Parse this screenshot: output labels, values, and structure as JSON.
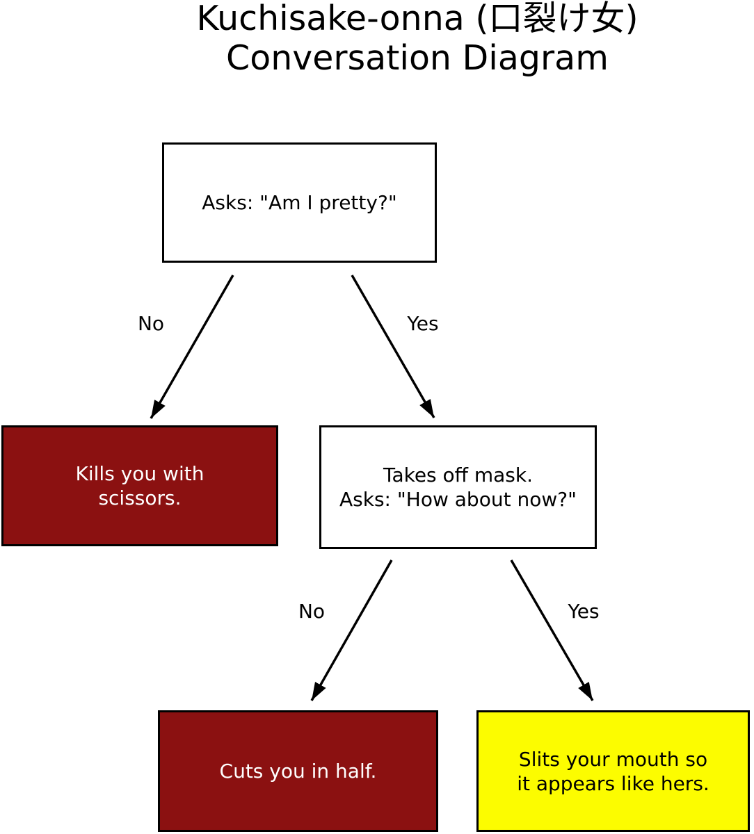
{
  "title": {
    "line1": "Kuchisake-onna (口裂け女)",
    "line2": "Conversation Diagram"
  },
  "nodes": {
    "root": {
      "label": "Asks: \"Am I pretty?\""
    },
    "kills": {
      "label": "Kills you with\nscissors."
    },
    "mask": {
      "label": "Takes off mask.\nAsks: \"How about now?\""
    },
    "cuts": {
      "label": "Cuts you in half."
    },
    "slits": {
      "label": "Slits your mouth so\nit appears like hers."
    }
  },
  "edges": [
    {
      "from": "root",
      "to": "kills",
      "label": "No"
    },
    {
      "from": "root",
      "to": "mask",
      "label": "Yes"
    },
    {
      "from": "mask",
      "to": "cuts",
      "label": "No"
    },
    {
      "from": "mask",
      "to": "slits",
      "label": "Yes"
    }
  ],
  "colors": {
    "danger_bg": "#8b1111",
    "danger_text": "#ffffff",
    "warning_bg": "#fcfc00",
    "node_border": "#000000",
    "arrow": "#000000"
  }
}
